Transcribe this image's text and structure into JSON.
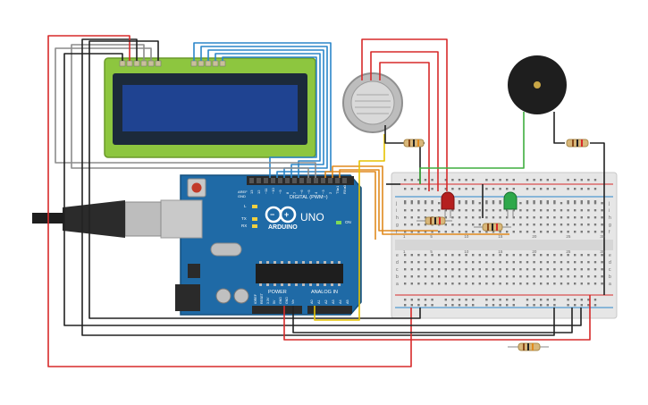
{
  "board": {
    "brand": "ARDUINO",
    "model": "UNO",
    "digital_label": "DIGITAL (PWM~)",
    "power_label": "POWER",
    "analog_label": "ANALOG IN",
    "aref": "AREF",
    "gnd": "GND",
    "tx": "TX",
    "rx": "RX",
    "l": "L",
    "on": "ON",
    "digital_pins": [
      "13",
      "12",
      "~11",
      "~10",
      "~9",
      "8",
      "7",
      "~6",
      "~5",
      "4",
      "~3",
      "2",
      "TX▸1",
      "RX◂0"
    ],
    "power_pins": [
      "IOREF",
      "RESET",
      "3.3V",
      "5V",
      "GND",
      "GND",
      "Vin"
    ],
    "analog_pins": [
      "A0",
      "A1",
      "A2",
      "A3",
      "A4",
      "A5"
    ]
  },
  "breadboard": {
    "row_letters_top": [
      "j",
      "i",
      "h",
      "g",
      "f"
    ],
    "row_letters_bottom": [
      "e",
      "d",
      "c",
      "b",
      "a"
    ],
    "columns": [
      "1",
      "5",
      "10",
      "15",
      "20",
      "25",
      "30"
    ]
  },
  "colors": {
    "wire_red": "#d72a2a",
    "wire_black": "#222222",
    "wire_gray": "#8c8c8c",
    "wire_blue": "#2b86c9",
    "wire_orange": "#e08a1e",
    "wire_yellow": "#e6c200",
    "wire_green": "#3fae3f",
    "board_blue": "#1f6aa6",
    "lcd_green": "#8dc63f",
    "lcd_screen": "#1a3a7a"
  }
}
